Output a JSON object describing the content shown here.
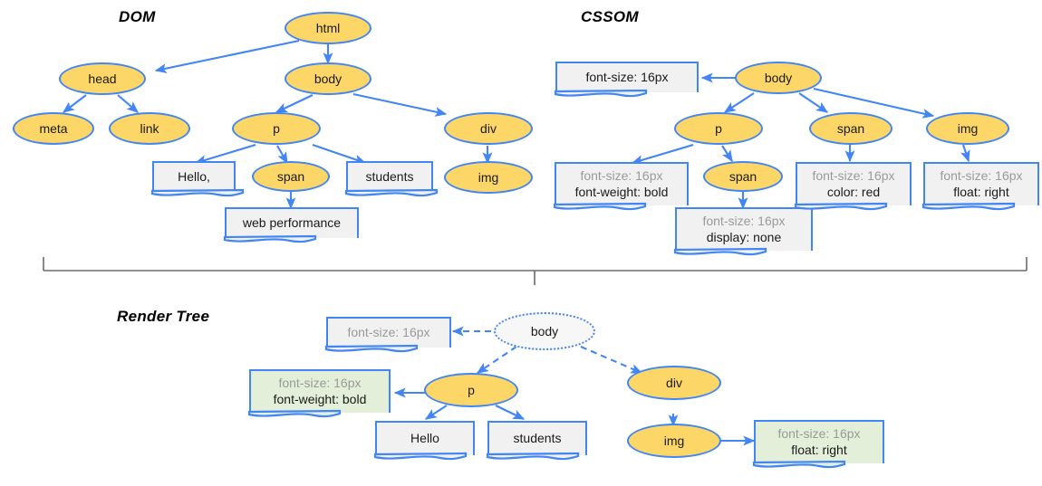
{
  "diagram": {
    "title_dom": "DOM",
    "title_cssom": "CSSOM",
    "title_render": "Render Tree",
    "colors": {
      "node_fill": "#FCD767",
      "node_stroke": "#4285F4",
      "box_fill": "#F1F1F1",
      "box_fill_green": "#E4EFD9",
      "edge": "#4285F4",
      "muted_text": "#9a9a9a",
      "divider": "#6b6b6b"
    }
  },
  "dom": {
    "nodes": [
      {
        "id": "html",
        "label": "html"
      },
      {
        "id": "head",
        "label": "head"
      },
      {
        "id": "body",
        "label": "body"
      },
      {
        "id": "meta",
        "label": "meta"
      },
      {
        "id": "link",
        "label": "link"
      },
      {
        "id": "p",
        "label": "p"
      },
      {
        "id": "div",
        "label": "div"
      },
      {
        "id": "span",
        "label": "span"
      },
      {
        "id": "img",
        "label": "img"
      }
    ],
    "text_boxes": [
      {
        "id": "hello",
        "label": "Hello,"
      },
      {
        "id": "students",
        "label": "students"
      },
      {
        "id": "webperf",
        "label": "web performance"
      }
    ],
    "edges": [
      {
        "from": "html",
        "to": "head"
      },
      {
        "from": "html",
        "to": "body"
      },
      {
        "from": "head",
        "to": "meta"
      },
      {
        "from": "head",
        "to": "link"
      },
      {
        "from": "body",
        "to": "p"
      },
      {
        "from": "body",
        "to": "div"
      },
      {
        "from": "p",
        "to": "hello"
      },
      {
        "from": "p",
        "to": "span"
      },
      {
        "from": "p",
        "to": "students"
      },
      {
        "from": "div",
        "to": "img"
      },
      {
        "from": "span",
        "to": "webperf"
      }
    ]
  },
  "cssom": {
    "nodes": [
      {
        "id": "body",
        "label": "body"
      },
      {
        "id": "p",
        "label": "p"
      },
      {
        "id": "span_top",
        "label": "span"
      },
      {
        "id": "img",
        "label": "img"
      },
      {
        "id": "span_nested",
        "label": "span"
      }
    ],
    "rule_boxes": [
      {
        "id": "body_rules",
        "lines": [
          {
            "text": "font-size: 16px",
            "muted": false
          }
        ]
      },
      {
        "id": "p_rules",
        "lines": [
          {
            "text": "font-size: 16px",
            "muted": true
          },
          {
            "text": "font-weight: bold",
            "muted": false
          }
        ]
      },
      {
        "id": "span_nested_rules",
        "lines": [
          {
            "text": "font-size: 16px",
            "muted": true
          },
          {
            "text": "display: none",
            "muted": false
          }
        ]
      },
      {
        "id": "span_rules",
        "lines": [
          {
            "text": "font-size: 16px",
            "muted": true
          },
          {
            "text": "color: red",
            "muted": false
          }
        ]
      },
      {
        "id": "img_rules",
        "lines": [
          {
            "text": "font-size: 16px",
            "muted": true
          },
          {
            "text": "float: right",
            "muted": false
          }
        ]
      }
    ],
    "edges": [
      {
        "from": "body",
        "to": "body_rules"
      },
      {
        "from": "body",
        "to": "p"
      },
      {
        "from": "body",
        "to": "span_top"
      },
      {
        "from": "body",
        "to": "img"
      },
      {
        "from": "p",
        "to": "p_rules"
      },
      {
        "from": "p",
        "to": "span_nested"
      },
      {
        "from": "span_nested",
        "to": "span_nested_rules"
      },
      {
        "from": "span_top",
        "to": "span_rules"
      },
      {
        "from": "img",
        "to": "img_rules"
      }
    ]
  },
  "render_tree": {
    "nodes": [
      {
        "id": "body",
        "label": "body",
        "style": "ghost"
      },
      {
        "id": "p",
        "label": "p",
        "style": "normal"
      },
      {
        "id": "div",
        "label": "div",
        "style": "normal"
      },
      {
        "id": "img",
        "label": "img",
        "style": "normal"
      }
    ],
    "text_boxes": [
      {
        "id": "hello",
        "label": "Hello"
      },
      {
        "id": "students",
        "label": "students"
      }
    ],
    "rule_boxes": [
      {
        "id": "body_rules",
        "green": false,
        "lines": [
          {
            "text": "font-size: 16px",
            "muted": true
          }
        ]
      },
      {
        "id": "p_rules",
        "green": true,
        "lines": [
          {
            "text": "font-size: 16px",
            "muted": true
          },
          {
            "text": "font-weight: bold",
            "muted": false
          }
        ]
      },
      {
        "id": "img_rules",
        "green": true,
        "lines": [
          {
            "text": "font-size: 16px",
            "muted": true
          },
          {
            "text": "float: right",
            "muted": false
          }
        ]
      }
    ],
    "edges": [
      {
        "from": "body",
        "to": "body_rules",
        "dashed": true
      },
      {
        "from": "body",
        "to": "p",
        "dashed": true
      },
      {
        "from": "body",
        "to": "div",
        "dashed": true
      },
      {
        "from": "p",
        "to": "p_rules",
        "dashed": false
      },
      {
        "from": "p",
        "to": "hello",
        "dashed": false
      },
      {
        "from": "p",
        "to": "students",
        "dashed": false
      },
      {
        "from": "div",
        "to": "img",
        "dashed": false
      },
      {
        "from": "img",
        "to": "img_rules",
        "dashed": false
      }
    ]
  }
}
